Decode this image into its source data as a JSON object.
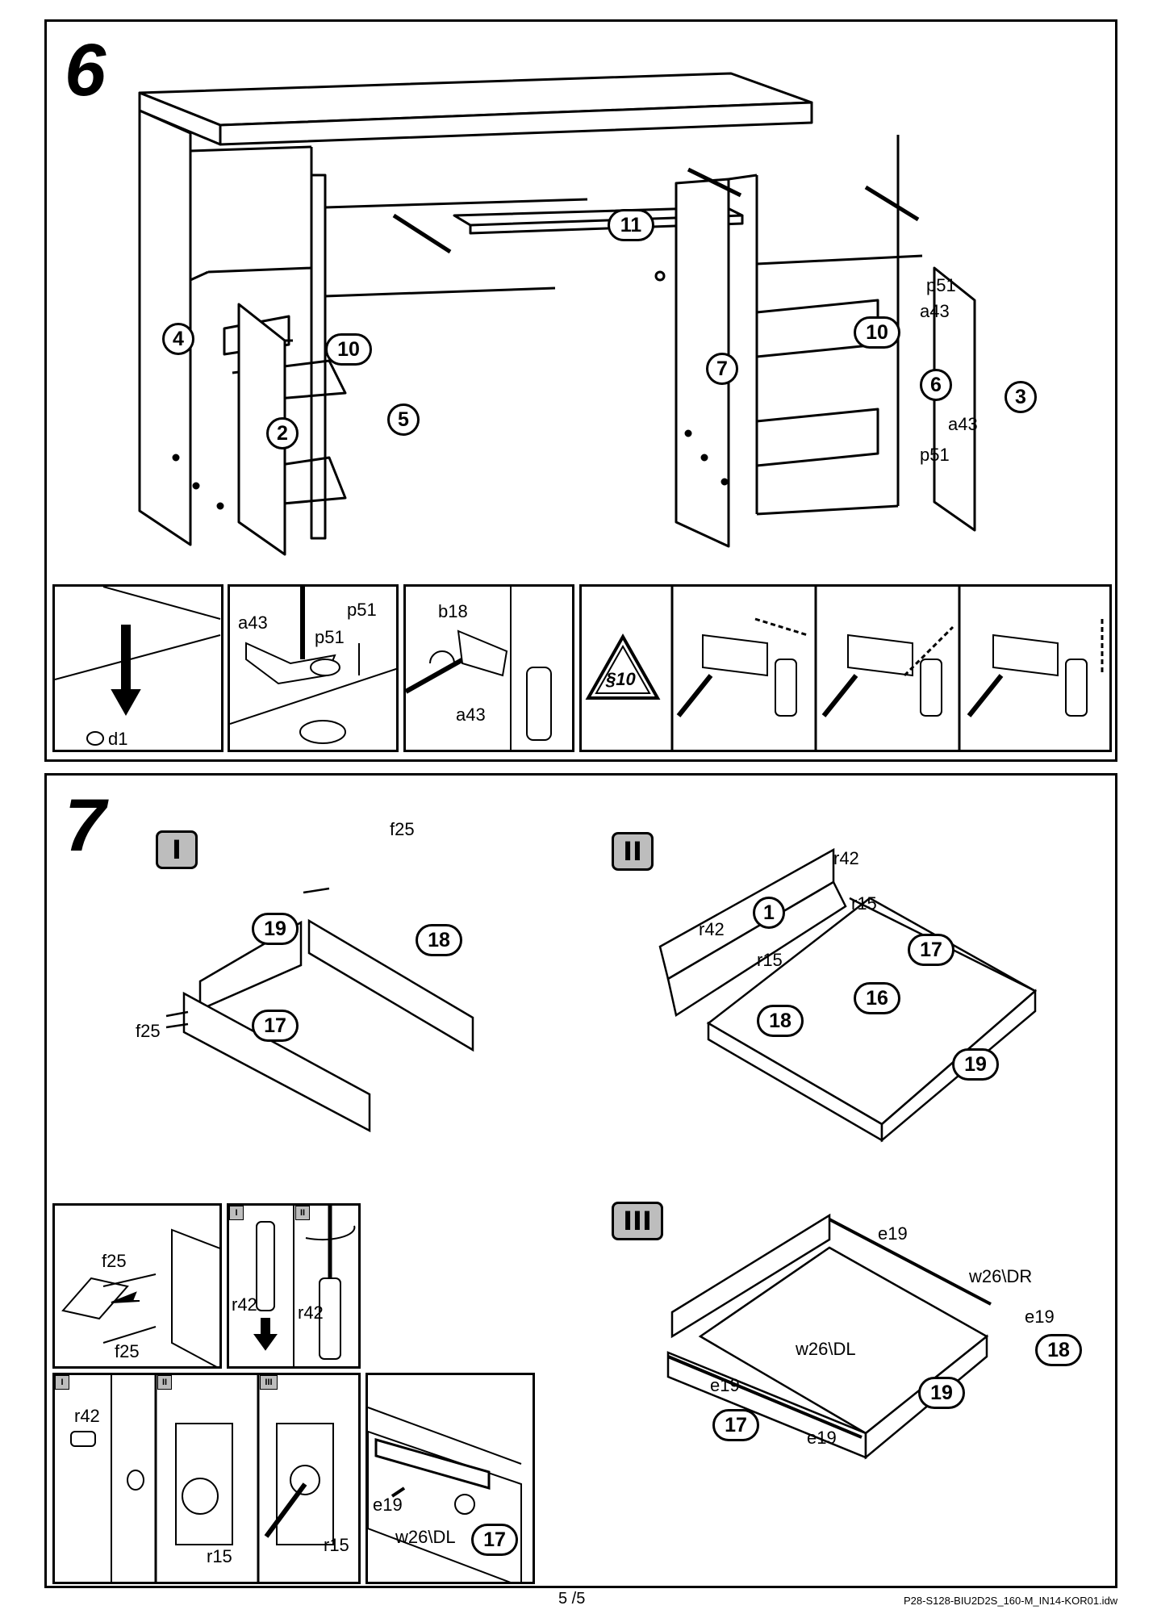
{
  "page_number": "5 /5",
  "document_code": "P28-S128-BIU2D2S_160-M_IN14-KOR01.idw",
  "step6": {
    "number": "6",
    "parts": {
      "p11": "11",
      "p10a": "10",
      "p10b": "10",
      "p4": "4",
      "p2": "2",
      "p5": "5",
      "p7": "7",
      "p6": "6",
      "p3": "3"
    },
    "fittings": {
      "p51_top": "p51",
      "a43_top": "a43",
      "a43_bottom": "a43",
      "p51_bottom": "p51"
    },
    "details": {
      "d1": "d1",
      "hinge_a43": "a43",
      "hinge_p51a": "p51",
      "hinge_p51b": "p51",
      "b18": "b18",
      "a43_side": "a43",
      "warning": "§10"
    }
  },
  "step7": {
    "number": "7",
    "stage_I": {
      "label": "I",
      "f25_top": "f25",
      "f25_left": "f25",
      "parts": {
        "p19": "19",
        "p18": "18",
        "p17": "17"
      }
    },
    "stage_II": {
      "label": "II",
      "r42_a": "r42",
      "r15_a": "r15",
      "r42_b": "r42",
      "r15_b": "r15",
      "parts": {
        "p1": "1",
        "p17": "17",
        "p16": "16",
        "p18": "18",
        "p19": "19"
      }
    },
    "stage_III": {
      "label": "III",
      "e19_a": "e19",
      "w26dr": "w26\\DR",
      "e19_b": "e19",
      "w26dl": "w26\\DL",
      "e19_c": "e19",
      "e19_d": "e19",
      "parts": {
        "p18": "18",
        "p19": "19",
        "p17": "17"
      }
    },
    "details": {
      "f25_a": "f25",
      "f25_b": "f25",
      "mini_I": "I",
      "mini_II": "II",
      "r42_a": "r42",
      "r42_b": "r42",
      "mini_I2": "I",
      "mini_II2": "II",
      "mini_III": "III",
      "r42_c": "r42",
      "r15_a": "r15",
      "r15_b": "r15",
      "e19": "e19",
      "w26dl": "w26\\DL",
      "p17": "17"
    }
  }
}
